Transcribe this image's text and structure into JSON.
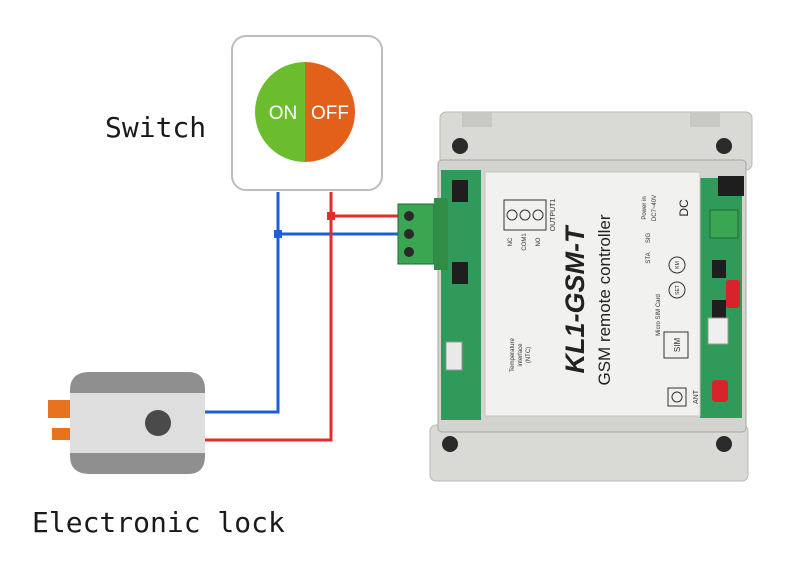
{
  "switch": {
    "label": "Switch",
    "on_text": "ON",
    "off_text": "OFF",
    "on_color": "#6cbd2e",
    "off_color": "#e2601a"
  },
  "lock": {
    "label": "Electronic lock",
    "accent_color": "#e8731e"
  },
  "wires": {
    "blue": "#1c5fd6",
    "red": "#e32b2b"
  },
  "controller": {
    "model": "KL1-GSM-T",
    "description": "GSM remote controller",
    "terminal_labels": [
      "NC",
      "COM1",
      "NO"
    ],
    "output_label": "OUTPUT1",
    "temp_label_1": "Temperature",
    "temp_label_2": "interface",
    "temp_label_3": "(NTC)",
    "sim_label": "SIM",
    "micro_sim_label": "Micro SIM Card",
    "ant_label": "ANT",
    "set_label": "SET",
    "km_label": "KM",
    "sta_label": "STA",
    "sig_label": "SIG",
    "power_in_label": "Power in",
    "power_rating": "DC7~40V",
    "dc_label": "DC"
  }
}
